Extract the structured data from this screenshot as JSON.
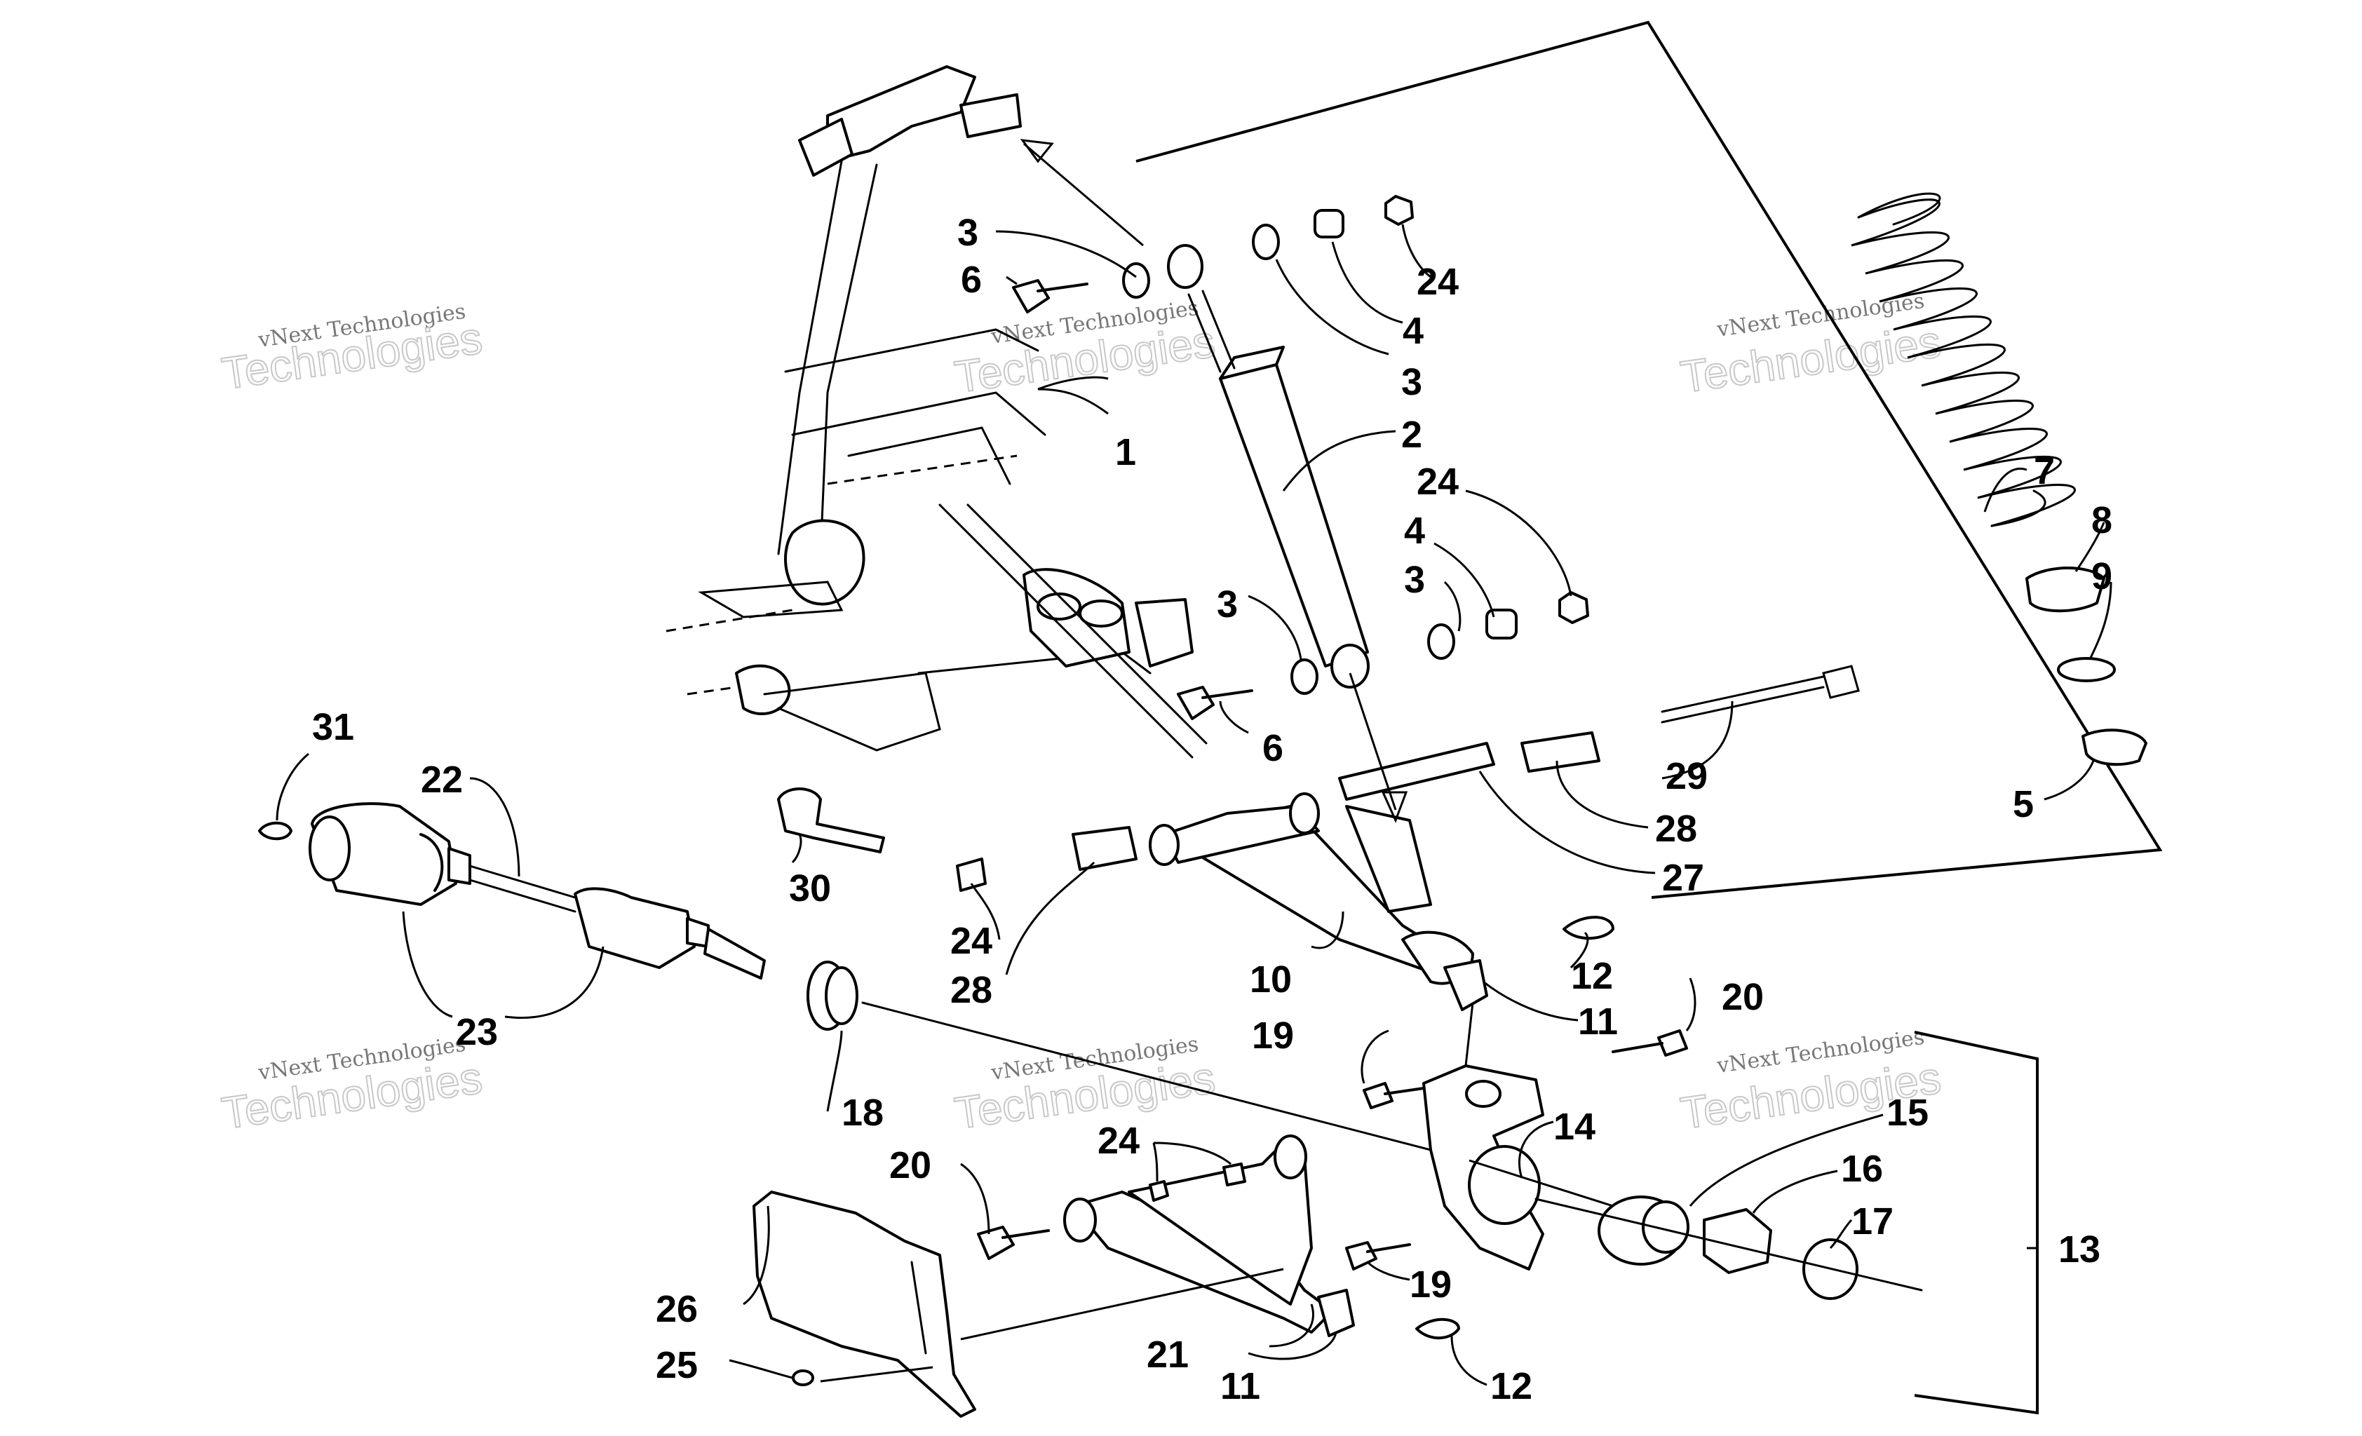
{
  "callouts": {
    "c1": "1",
    "c2": "2",
    "c3a": "3",
    "c3b": "3",
    "c3c": "3",
    "c3d": "3",
    "c4a": "4",
    "c4b": "4",
    "c5": "5",
    "c6a": "6",
    "c6b": "6",
    "c7": "7",
    "c8": "8",
    "c9": "9",
    "c10": "10",
    "c11a": "11",
    "c11b": "11",
    "c12a": "12",
    "c12b": "12",
    "c13": "13",
    "c14": "14",
    "c15": "15",
    "c16": "16",
    "c17": "17",
    "c18": "18",
    "c19a": "19",
    "c19b": "19",
    "c20a": "20",
    "c20b": "20",
    "c21": "21",
    "c22": "22",
    "c23": "23",
    "c24a": "24",
    "c24b": "24",
    "c24c": "24",
    "c24d": "24",
    "c25": "25",
    "c26": "26",
    "c27": "27",
    "c28a": "28",
    "c28b": "28",
    "c29": "29",
    "c30": "30",
    "c31": "31"
  },
  "watermark": {
    "line1": "vNext Technologies",
    "line2": "Technologies"
  }
}
